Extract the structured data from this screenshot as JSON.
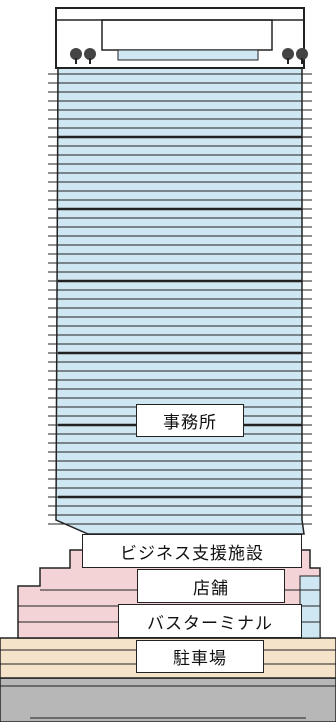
{
  "labels": {
    "office": "事務所",
    "business_support": "ビジネス支援施設",
    "shops": "店舗",
    "bus_terminal": "バスターミナル",
    "parking": "駐車場"
  },
  "colors": {
    "office_facade": "#cfe6f3",
    "podium_shops": "#f3d3d6",
    "bus_glass": "#cfe6f3",
    "parking_beige": "#f4e3c8",
    "basement_gray": "#b7b7b7",
    "line": "#222222"
  }
}
